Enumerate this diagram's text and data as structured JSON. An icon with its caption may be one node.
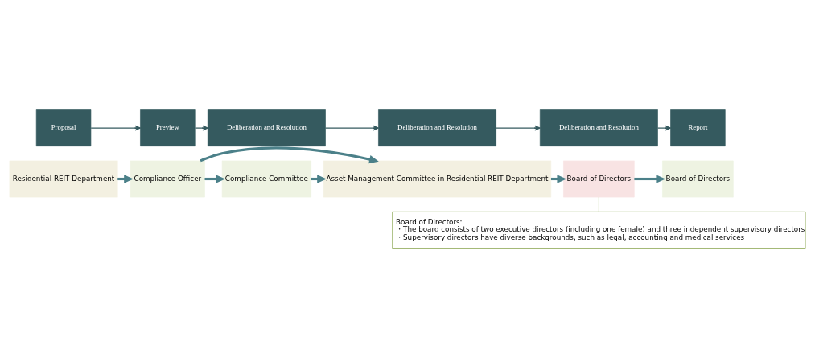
{
  "diagram": {
    "nodes": [
      {
        "text": [
          "Proposal"
        ]
      },
      {
        "text": [
          "Preview"
        ]
      },
      {
        "text": [
          "Deliberation and Resolution"
        ]
      },
      {
        "text": [
          "Deliberation and Resolution"
        ]
      },
      {
        "text": [
          "Deliberation and Resolution"
        ]
      },
      {
        "text": [
          "Report"
        ]
      },
      {
        "text": [
          "Residential REIT Department"
        ]
      },
      {
        "text": [
          "Compliance Officer"
        ]
      },
      {
        "text": [
          "Compliance Committee"
        ]
      },
      {
        "text": [
          "Asset Management Committee in Residential REIT Department"
        ]
      },
      {
        "text": [
          "Board of Directors"
        ]
      },
      {
        "text": [
          "Board of Directors"
        ]
      },
      {
        "text": [
          "Board of Directors:",
          "・The board consists of two executive directors (including one female) and three independent supervisory directors",
          "・Supervisory directors have diverse backgrounds, such as legal, accounting and medical services"
        ]
      }
    ],
    "edges": [
      {
        "from": 0,
        "to": 1,
        "arrow": "to"
      },
      {
        "from": 1,
        "to": 2,
        "arrow": "to"
      },
      {
        "from": 2,
        "to": 3,
        "arrow": "to"
      },
      {
        "from": 3,
        "to": 4,
        "arrow": "to"
      },
      {
        "from": 4,
        "to": 5,
        "arrow": "to"
      },
      {
        "from": 6,
        "to": 7,
        "arrow": "to",
        "style": "thick"
      },
      {
        "from": 7,
        "to": 8,
        "arrow": "to",
        "style": "thick"
      },
      {
        "from": 8,
        "to": 9,
        "arrow": "to",
        "style": "thick"
      },
      {
        "from": 7,
        "to": 9,
        "arrow": "to",
        "style": "thick"
      },
      {
        "from": 9,
        "to": 10,
        "arrow": "to",
        "style": "thick"
      },
      {
        "from": 10,
        "to": 11,
        "arrow": "to",
        "style": "thick"
      },
      {
        "from": 10,
        "to": 12,
        "arrow": "none",
        "color": "#6b8e23"
      }
    ]
  }
}
